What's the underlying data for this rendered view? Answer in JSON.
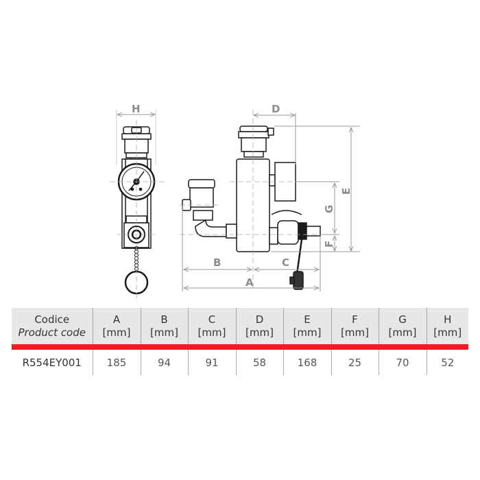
{
  "drawing": {
    "dimension_labels": {
      "A": "A",
      "B": "B",
      "C": "C",
      "D": "D",
      "E": "E",
      "F": "F",
      "G": "G",
      "H": "H"
    },
    "views": [
      "front-view",
      "side-view"
    ],
    "colors": {
      "line": "#1a1a1a",
      "dimension": "#9a9a9a",
      "label": "#8c8c8c"
    }
  },
  "table": {
    "header": {
      "code_label": "Codice",
      "code_label_en": "Product code",
      "columns": [
        {
          "letter": "A",
          "unit": "[mm]"
        },
        {
          "letter": "B",
          "unit": "[mm]"
        },
        {
          "letter": "C",
          "unit": "[mm]"
        },
        {
          "letter": "D",
          "unit": "[mm]"
        },
        {
          "letter": "E",
          "unit": "[mm]"
        },
        {
          "letter": "F",
          "unit": "[mm]"
        },
        {
          "letter": "G",
          "unit": "[mm]"
        },
        {
          "letter": "H",
          "unit": "[mm]"
        }
      ]
    },
    "rows": [
      {
        "code": "R554EY001",
        "values": [
          "185",
          "94",
          "91",
          "58",
          "168",
          "25",
          "70",
          "52"
        ]
      }
    ],
    "colors": {
      "header_bg": "#e6e7e8",
      "accent_bar": "#ed1c24",
      "divider": "#a7a9ac"
    }
  }
}
